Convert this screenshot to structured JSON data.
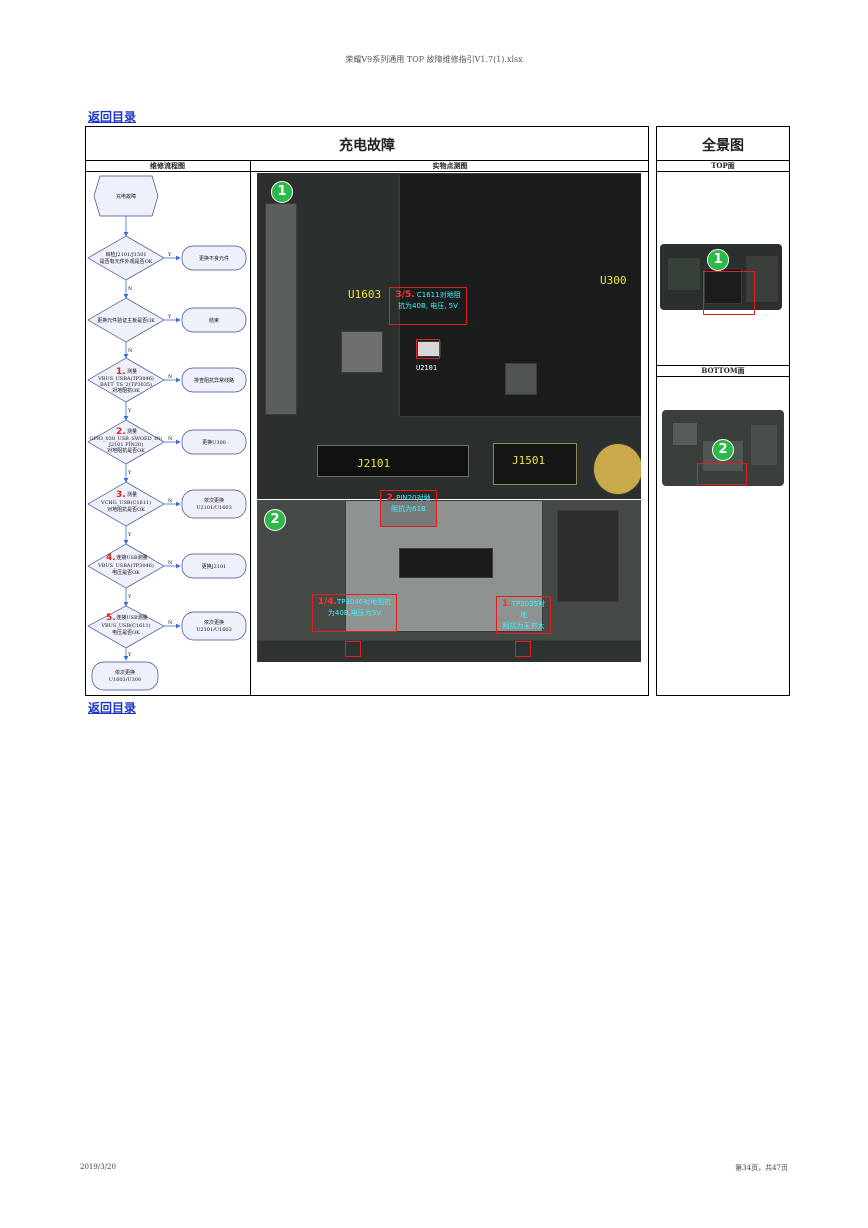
{
  "header": {
    "filename": "荣耀V9系列通用 TOP 故障维修指引V1.7(1).xlsx"
  },
  "links": {
    "back_top": "返回目录",
    "back_bottom": "返回目录"
  },
  "main": {
    "title": "充电故障",
    "flow_header": "维修流程图",
    "photo_header": "实物点测图"
  },
  "panorama": {
    "title": "全景图",
    "top_label": "TOP面",
    "bottom_label": "BOTTOM面",
    "top_marker": "1",
    "bottom_marker": "2"
  },
  "flowchart": {
    "start": "充电故障",
    "d1": [
      "目检J2101/J1501",
      "是否有元件外观是否OK"
    ],
    "a1": "更换不良元件",
    "d2": [
      "更换元件验证主板是否OK"
    ],
    "a2": "结束",
    "d3": [
      "测量",
      "VBUS_USBA(TP3046)",
      "BATT_TS_2(TP3035)",
      "对地阻抗OK"
    ],
    "d3_num": "1.",
    "a3": "排查阻抗异常线路",
    "d4": [
      "测量",
      "GPIO_038_USB_SWOED_IN(",
      "J2101 PIN20)",
      "对地阻抗是否OK"
    ],
    "d4_num": "2.",
    "a4": "更换U300",
    "d5": [
      "测量",
      "VCHG_USB(C1611)",
      "对地阻抗是否OK"
    ],
    "d5_num": "3.",
    "a5": [
      "依次更换",
      "U2101/U1603"
    ],
    "d6": [
      "连接USB测量",
      "VBUS_USBA(TP3046)",
      "电压是否OK"
    ],
    "d6_num": "4.",
    "a6": "更换J2101",
    "d7": [
      "连接USB测量",
      "VBUS_USB(C1611)",
      "电压是否OK"
    ],
    "d7_num": "5.",
    "a7": [
      "依次更换",
      "U2101/U1603"
    ],
    "end": [
      "依次更换",
      "U1603/U300"
    ],
    "yes": "Y",
    "no": "N"
  },
  "photo": {
    "marker1": "1",
    "marker2": "2",
    "labels": {
      "u1603": "U1603",
      "u300": "U300",
      "u2101": "U2101",
      "j2101": "J2101",
      "j1501": "J1501"
    },
    "callout_c1611": {
      "num": "3/5.",
      "text1": "C1611对地阻",
      "text2": "抗为40B, 电压, 5V"
    },
    "callout_pin20": {
      "num": "2.",
      "text1": "PIN20对地",
      "text2": "阻抗为61B"
    },
    "callout_tp3046": {
      "num": "1/4.",
      "text1": "TP3046对地阻抗",
      "text2": "为40B,电压为5V"
    },
    "callout_tp3035": {
      "num": "1.",
      "text1": "TP3035对地",
      "text2": "阻抗为无穷大"
    }
  },
  "footer": {
    "date": "2019/3/20",
    "page": "第34页，共47页"
  },
  "colors": {
    "link": "#1a35c8",
    "flow_fill": "#eef0fb",
    "flow_stroke": "#3b4a8a",
    "callout": "#e02020",
    "callout_text": "#3ef0ff",
    "marker": "#2fb84a"
  }
}
